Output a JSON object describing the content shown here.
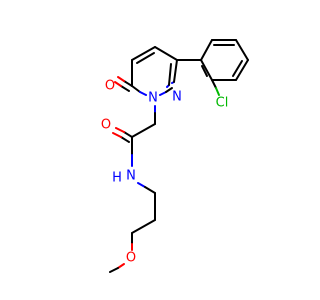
{
  "atoms": {
    "cl": "Cl",
    "o_ketone": "O",
    "n_ring1": "N",
    "n_ring2": "N",
    "o_amide": "O",
    "n_amide": "N",
    "h_amide": "H",
    "o_ether": "O"
  },
  "colors": {
    "carbon": "#000000",
    "oxygen": "#ff0000",
    "nitrogen": "#0000ff",
    "chlorine": "#00b800"
  }
}
